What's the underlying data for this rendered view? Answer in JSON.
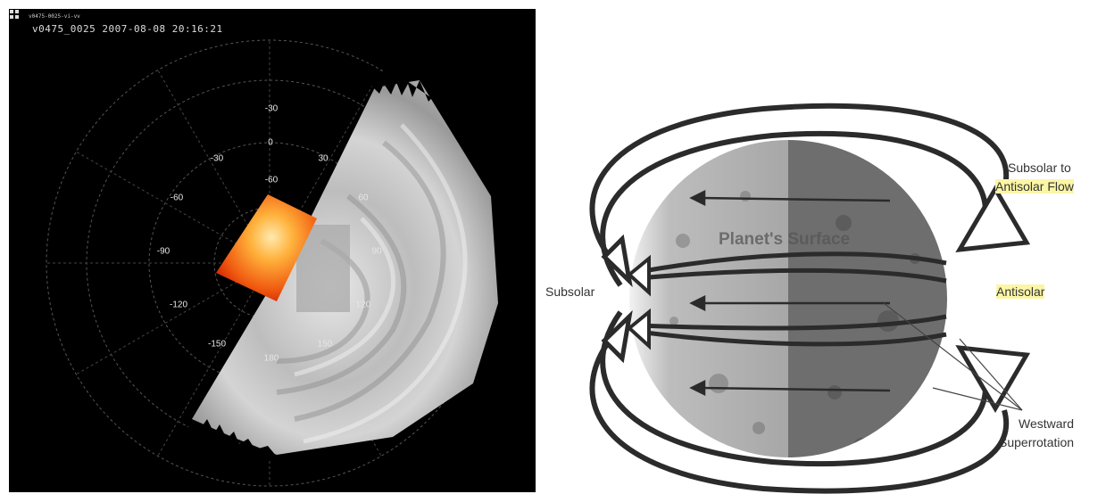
{
  "left": {
    "small_header": "v0475-0025-vi-vv",
    "header": "v0475_0025  2007-08-08  20:16:21",
    "grid_labels": [
      {
        "id": "lat-neg30-top",
        "text": "-30"
      },
      {
        "id": "lat-0",
        "text": "0"
      },
      {
        "id": "lon-neg30",
        "text": "-30"
      },
      {
        "id": "lon-30",
        "text": "30"
      },
      {
        "id": "lat-neg60",
        "text": "-60"
      },
      {
        "id": "lon-neg60",
        "text": "-60"
      },
      {
        "id": "lon-60",
        "text": "60"
      },
      {
        "id": "lon-neg90",
        "text": "-90"
      },
      {
        "id": "lon-90",
        "text": "90"
      },
      {
        "id": "lon-neg120",
        "text": "-120"
      },
      {
        "id": "lon-120",
        "text": "120"
      },
      {
        "id": "lon-neg150",
        "text": "-150"
      },
      {
        "id": "lon-150",
        "text": "150"
      },
      {
        "id": "lon-180",
        "text": "180"
      }
    ],
    "colors": {
      "false_color_hot": "#ffd27a",
      "false_color_edge": "#d81e00"
    }
  },
  "right": {
    "subsolar": "Subsolar",
    "antisolar": "Antisolar",
    "flow_line1": "Subsolar to",
    "flow_line2": "Antisolar Flow",
    "surface": "Planet's Surface",
    "westward": "Westward",
    "superrotation": "Superrotation",
    "colors": {
      "highlight": "#fbf6a6",
      "day_side": "#b9b9b9",
      "night_side": "#6d6d6d",
      "arrow": "#2b2b2b"
    }
  }
}
